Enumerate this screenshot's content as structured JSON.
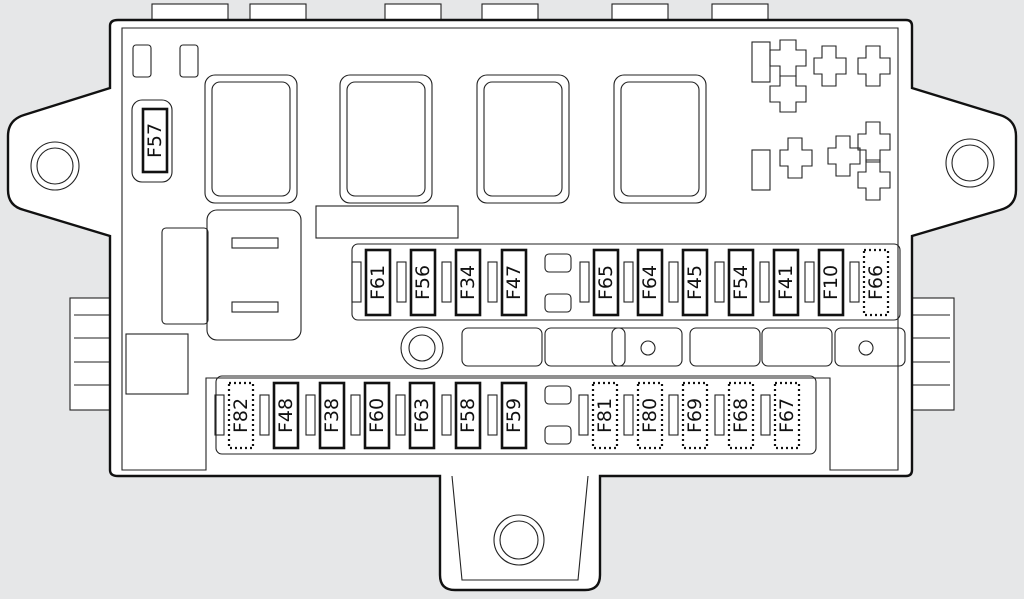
{
  "diagram": {
    "type": "fuse-box-layout",
    "single_fuse": {
      "label": "F57",
      "spare": false
    },
    "top_row": [
      {
        "label": "F61",
        "spare": false
      },
      {
        "label": "F56",
        "spare": false
      },
      {
        "label": "F34",
        "spare": false
      },
      {
        "label": "F47",
        "spare": false
      },
      {
        "label": "F65",
        "spare": false
      },
      {
        "label": "F64",
        "spare": false
      },
      {
        "label": "F45",
        "spare": false
      },
      {
        "label": "F54",
        "spare": false
      },
      {
        "label": "F41",
        "spare": false
      },
      {
        "label": "F10",
        "spare": false
      },
      {
        "label": "F66",
        "spare": true
      }
    ],
    "bottom_row": [
      {
        "label": "F82",
        "spare": true
      },
      {
        "label": "F48",
        "spare": false
      },
      {
        "label": "F38",
        "spare": false
      },
      {
        "label": "F60",
        "spare": false
      },
      {
        "label": "F63",
        "spare": false
      },
      {
        "label": "F58",
        "spare": false
      },
      {
        "label": "F59",
        "spare": false
      },
      {
        "label": "F81",
        "spare": true
      },
      {
        "label": "F80",
        "spare": true
      },
      {
        "label": "F69",
        "spare": true
      },
      {
        "label": "F68",
        "spare": true
      },
      {
        "label": "F67",
        "spare": true
      }
    ]
  }
}
